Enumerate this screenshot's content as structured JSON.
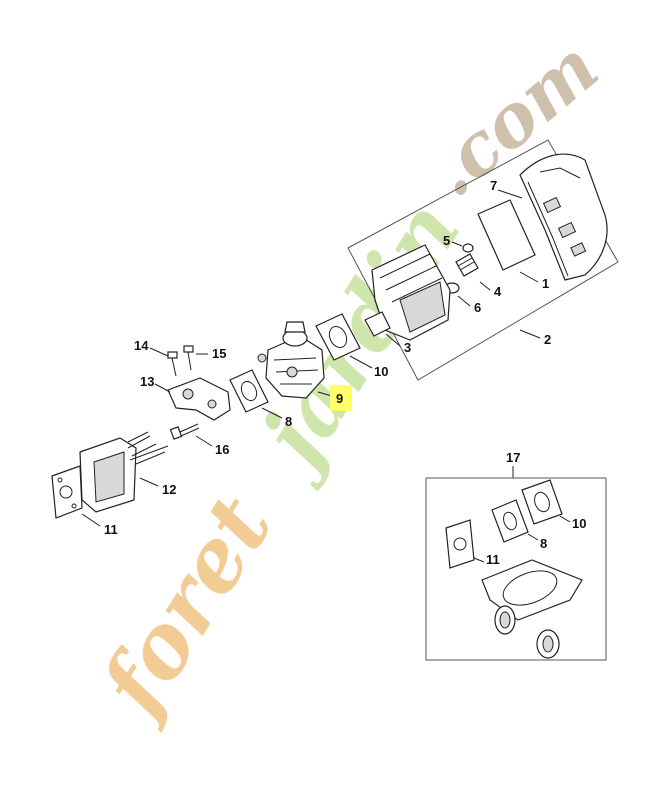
{
  "watermark": {
    "text_orange": "foret",
    "text_green": "jardin",
    "text_brown": ".com",
    "colors": {
      "orange": "#f2c78a",
      "green": "#c9e3a2",
      "brown": "#c9b9a3"
    }
  },
  "highlight_color": "#ffff66",
  "labels": {
    "p1": "1",
    "p2": "2",
    "p3": "3",
    "p4": "4",
    "p5": "5",
    "p6": "6",
    "p7": "7",
    "p8": "8",
    "p9": "9",
    "p10": "10",
    "p11": "11",
    "p12": "12",
    "p13": "13",
    "p14": "14",
    "p15": "15",
    "p16": "16",
    "p17": "17",
    "kit_p8": "8",
    "kit_p10": "10",
    "kit_p11": "11"
  }
}
